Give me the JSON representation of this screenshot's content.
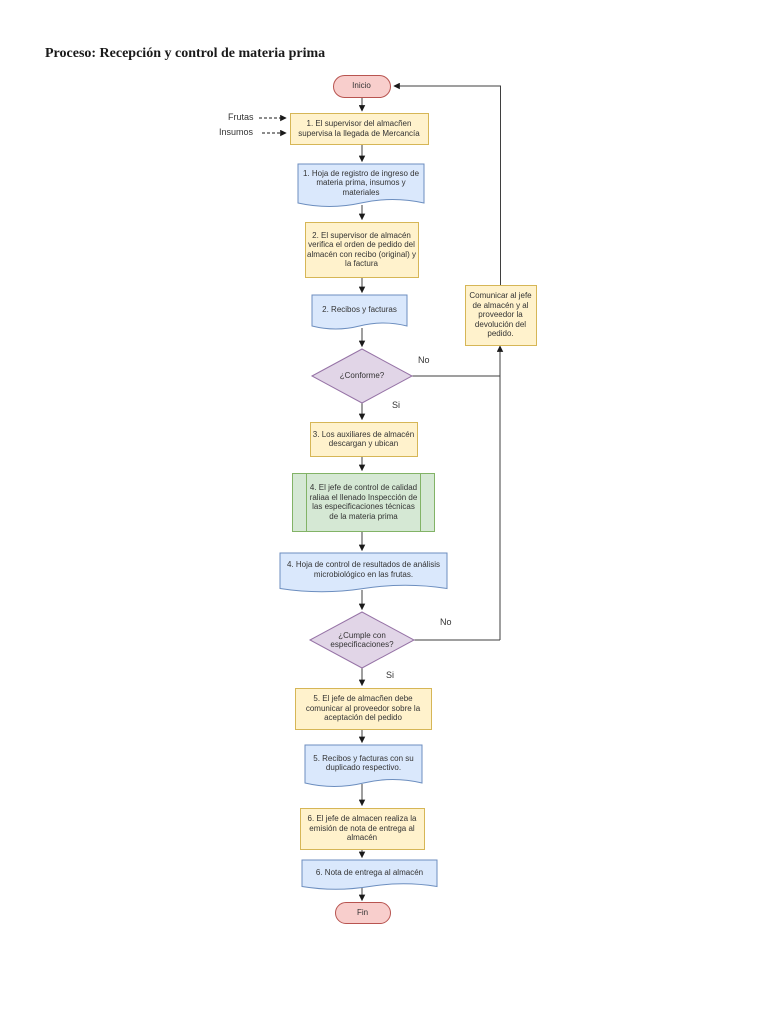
{
  "page": {
    "title": "Proceso: Recepción y control de materia prima"
  },
  "flow": {
    "terminators": {
      "start": "Inicio",
      "end": "Fin"
    },
    "inputs": {
      "frutas": "Frutas",
      "insumos": "Insumos"
    },
    "nodes": {
      "step1": "1. El supervisor del almacñen supervisa la llegada de Mercancía",
      "doc1": "1. Hoja de registro de ingreso de materia prima, insumos y materiales",
      "step2": "2. El supervisor de almacén verifica el orden de pedido del almacén con recibo (original) y la factura",
      "doc2": "2. Recibos y facturas",
      "decision1": "¿Conforme?",
      "return_note": "Comunicar al jefe de almacén y al proveedor la devolución del pedido.",
      "step3": "3. Los auxiliares de almacén descargan y ubican",
      "step4": "4. El jefe de control de calidad raliaa el llenado Inspección de las especificaciones técnicas de la materia prima",
      "doc4": "4. Hoja de control de resultados de análisis microbiológico en las frutas.",
      "decision2": "¿Cumple con especificaciones?",
      "step5": "5. El jefe de almacñen debe comunicar al proveedor sobre la aceptación del pedido",
      "doc5": "5. Recibos y facturas con su duplicado respectivo.",
      "step6": "6. El jefe de almacen realiza la emisión de nota de entrega al almacén",
      "doc6": "6. Nota de entrega al almacén"
    },
    "edge_labels": {
      "decision1_no": "No",
      "decision1_si": "Si",
      "decision2_no": "No",
      "decision2_si": "Si"
    },
    "colors": {
      "process_fill": "#FFF2CC",
      "process_stroke": "#D6B656",
      "document_fill": "#DAE8FC",
      "document_stroke": "#6C8EBF",
      "decision_fill": "#E1D5E7",
      "decision_stroke": "#9673A6",
      "inspection_fill": "#D5E8D4",
      "inspection_stroke": "#82B366",
      "terminator_fill": "#F8CECC",
      "terminator_stroke": "#B85450",
      "connector": "#3F3F3F"
    }
  }
}
